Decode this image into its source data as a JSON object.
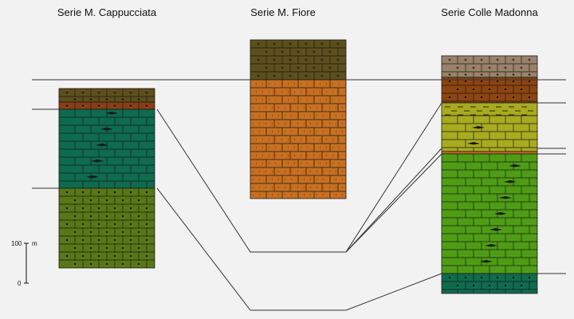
{
  "titles": {
    "cappucciata": "Serie M. Cappucciata",
    "fiore": "Serie M. Fiore",
    "colle_madonna": "Serie Colle Madonna"
  },
  "scale_bar": {
    "label_100": "100",
    "unit": "m",
    "label_0": "0"
  },
  "colors": {
    "olive_brown": "#5d4f1c",
    "rust": "#8a3e16",
    "teal_green": "#0e6b4e",
    "olive_green": "#587717",
    "orange": "#c86f21",
    "taupe": "#9a826a",
    "brown": "#8c4511",
    "yellow_olive": "#a8ab1f",
    "bright_green": "#4e9d15",
    "correlation_line": "#333333"
  }
}
